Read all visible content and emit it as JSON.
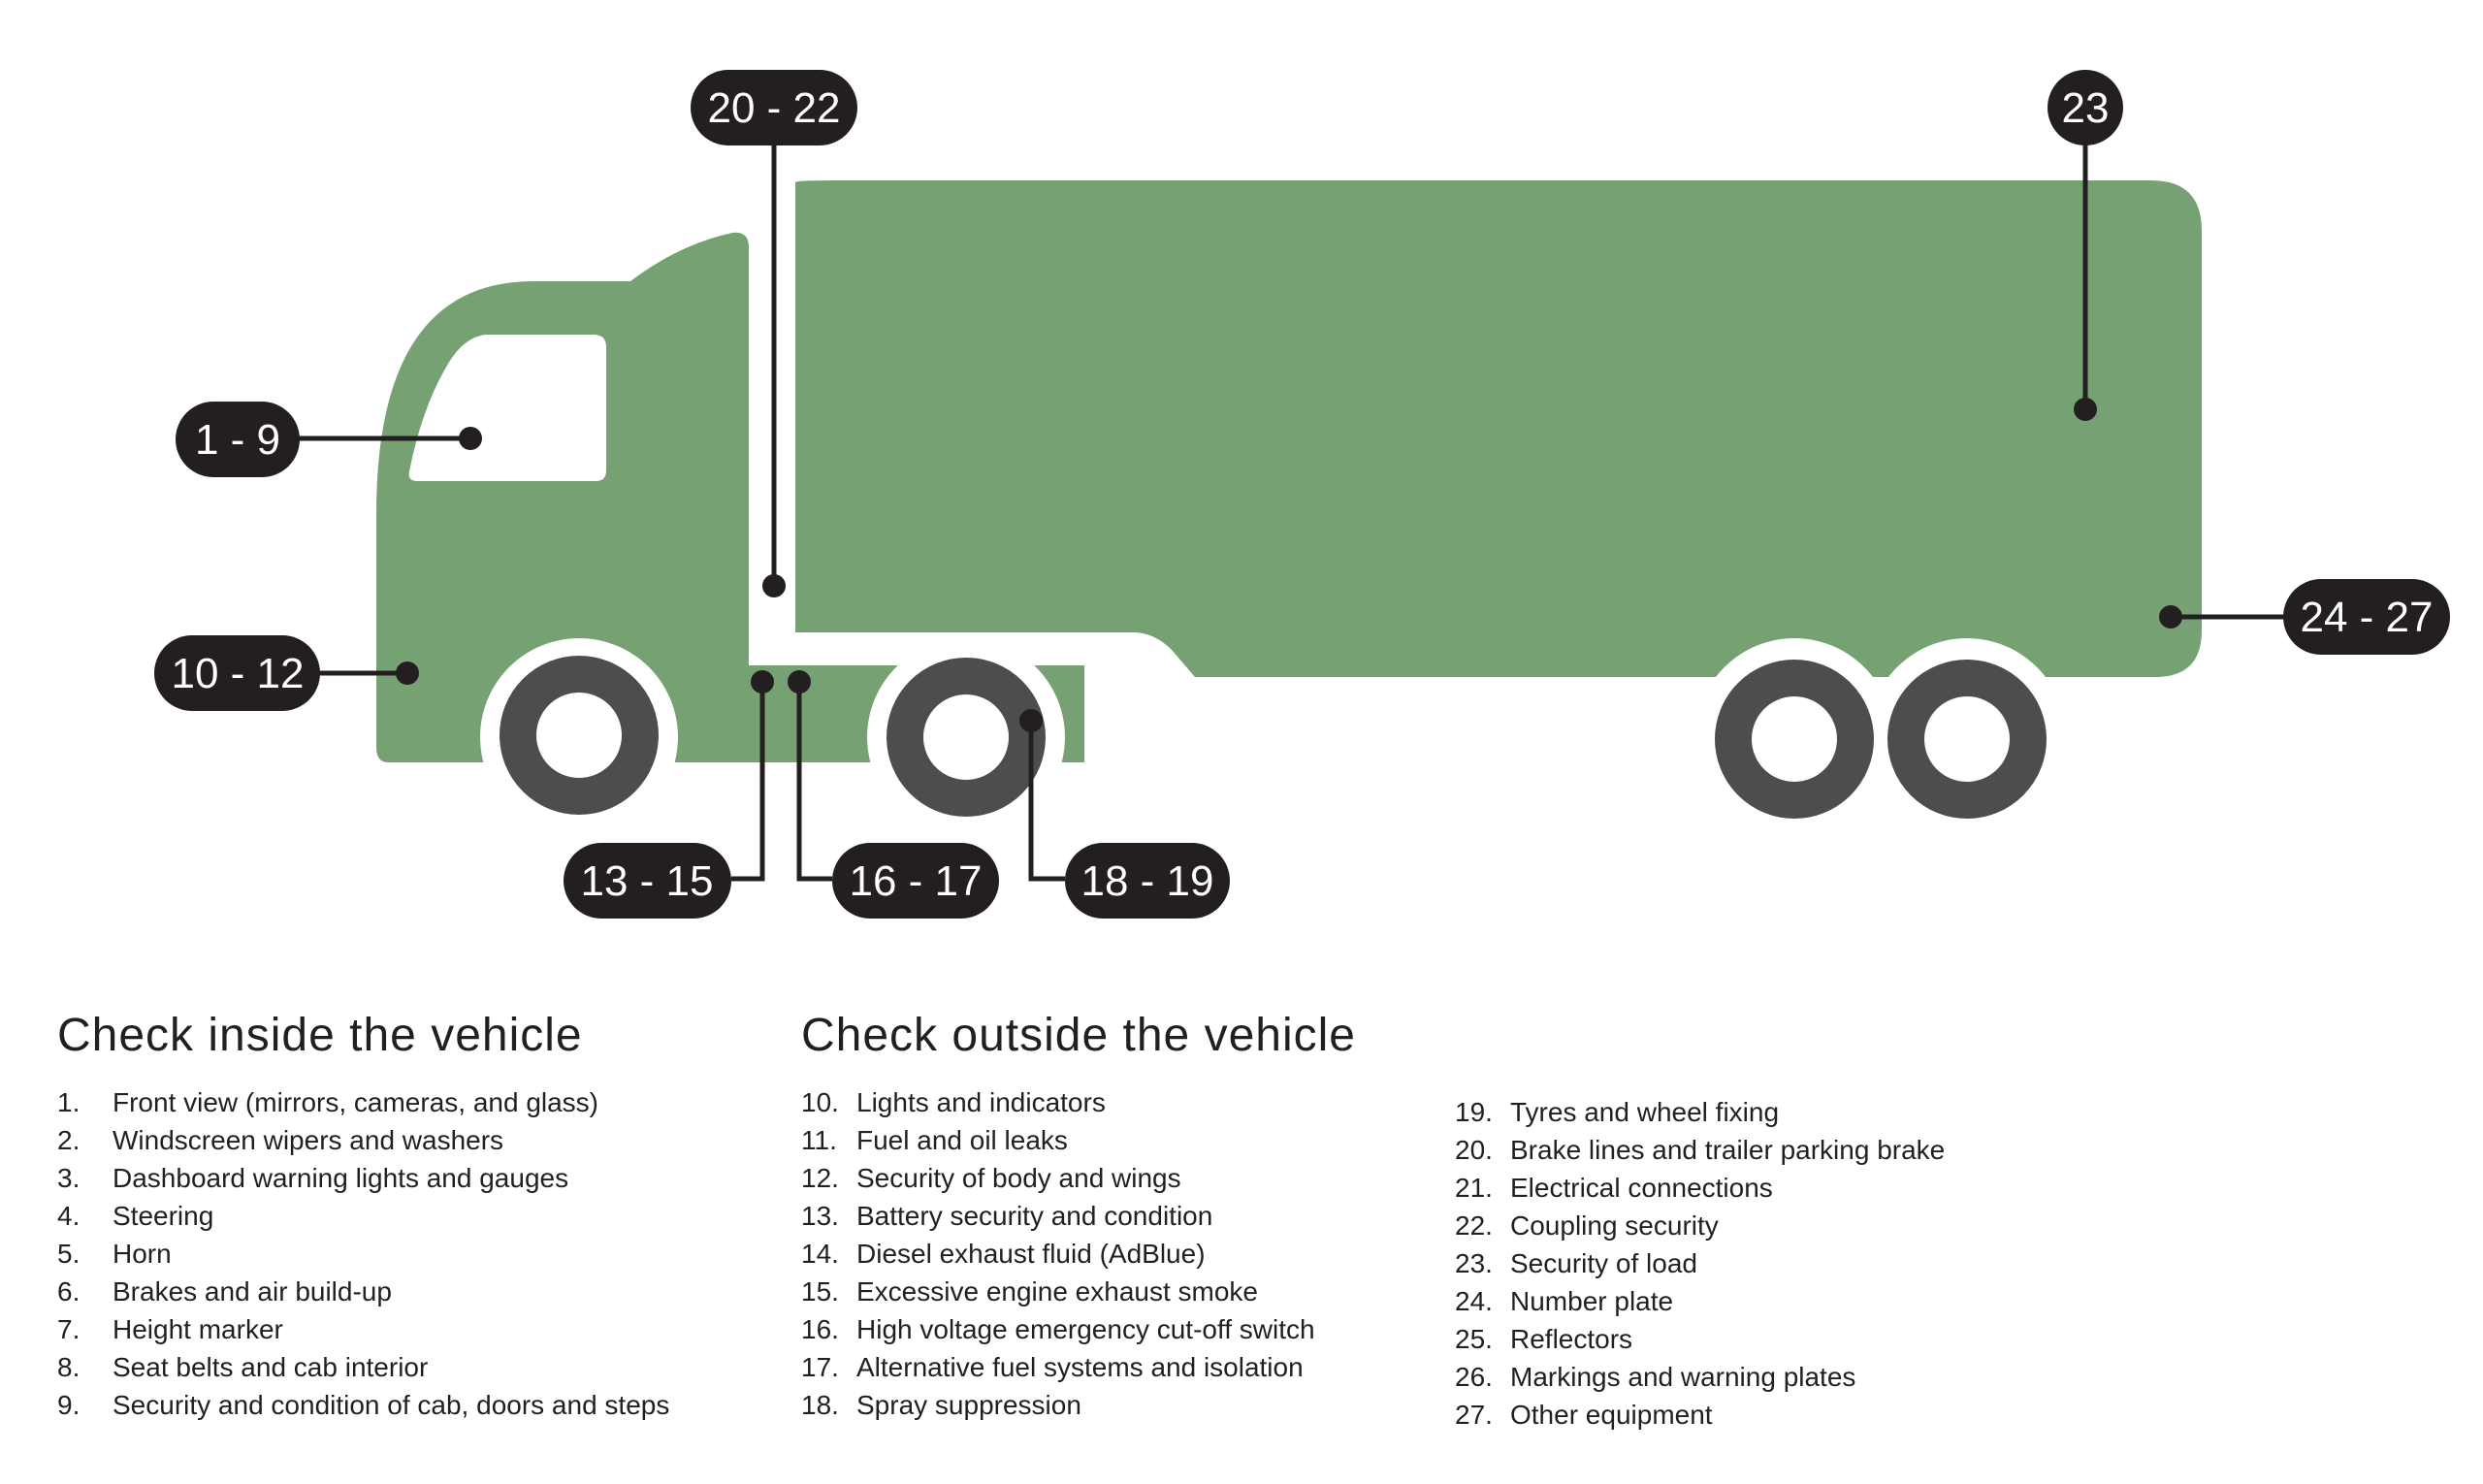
{
  "colors": {
    "truck_green": "#76a173",
    "wheel_grey": "#4d4d4f",
    "callout_black": "#231f20",
    "text": "#231f20"
  },
  "callouts": {
    "c1": "1 - 9",
    "c2": "10 - 12",
    "c3": "13 - 15",
    "c4": "16 - 17",
    "c5": "18 - 19",
    "c6": "20 - 22",
    "c7": "23",
    "c8": "24 - 27"
  },
  "inside": {
    "title": "Check inside the vehicle",
    "items": [
      {
        "num": "1.",
        "label": "Front view (mirrors, cameras, and glass)"
      },
      {
        "num": "2.",
        "label": "Windscreen wipers and washers"
      },
      {
        "num": "3.",
        "label": "Dashboard warning lights and gauges"
      },
      {
        "num": "4.",
        "label": "Steering"
      },
      {
        "num": "5.",
        "label": "Horn"
      },
      {
        "num": "6.",
        "label": "Brakes and air build-up"
      },
      {
        "num": "7.",
        "label": "Height marker"
      },
      {
        "num": "8.",
        "label": "Seat belts and cab interior"
      },
      {
        "num": "9.",
        "label": "Security and condition of cab, doors and steps"
      }
    ]
  },
  "outside": {
    "title": "Check outside the vehicle",
    "items": [
      {
        "num": "10.",
        "label": "Lights and indicators"
      },
      {
        "num": "11.",
        "label": "Fuel and oil leaks"
      },
      {
        "num": "12.",
        "label": "Security of body and wings"
      },
      {
        "num": "13.",
        "label": "Battery security and condition"
      },
      {
        "num": "14.",
        "label": "Diesel exhaust fluid (AdBlue)"
      },
      {
        "num": "15.",
        "label": "Excessive engine exhaust smoke"
      },
      {
        "num": "16.",
        "label": "High voltage emergency cut-off switch"
      },
      {
        "num": "17.",
        "label": "Alternative fuel systems and isolation"
      },
      {
        "num": "18.",
        "label": "Spray suppression"
      }
    ],
    "items2": [
      {
        "num": "19.",
        "label": "Tyres and wheel fixing"
      },
      {
        "num": "20.",
        "label": "Brake lines and trailer parking brake"
      },
      {
        "num": "21.",
        "label": "Electrical connections"
      },
      {
        "num": "22.",
        "label": "Coupling security"
      },
      {
        "num": "23.",
        "label": "Security of load"
      },
      {
        "num": "24.",
        "label": "Number plate"
      },
      {
        "num": "25.",
        "label": "Reflectors"
      },
      {
        "num": "26.",
        "label": "Markings and warning plates"
      },
      {
        "num": "27.",
        "label": "Other equipment"
      }
    ]
  }
}
